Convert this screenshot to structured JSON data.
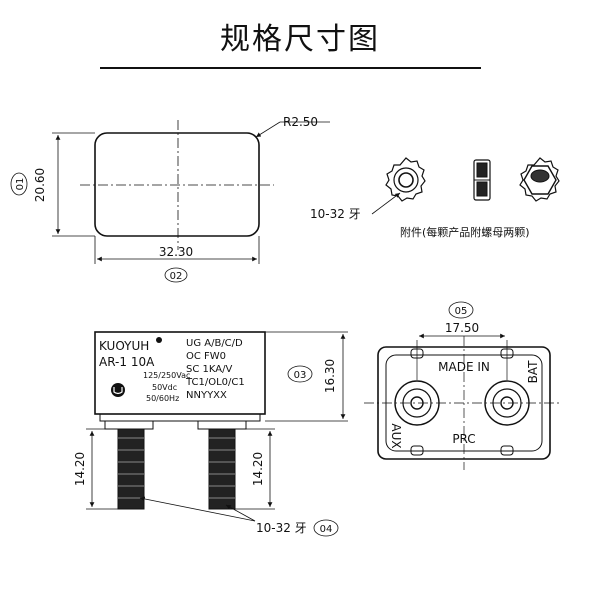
{
  "title": "规格尺寸图",
  "top_view": {
    "width_dim": "32.30",
    "height_dim": "20.60",
    "radius_dim": "R2.50",
    "callout_width": "02",
    "callout_height": "01"
  },
  "accessories": {
    "thread_label": "10-32 牙",
    "note": "附件(每颗产品附螺母两颗)"
  },
  "front_view": {
    "brand": "KUOYUH",
    "model": "AR-1  10A",
    "rating_ac": "125/250Vac",
    "rating_dc": "50Vdc",
    "rating_hz": "50/60Hz",
    "cert_lines": [
      "UG A/B/C/D",
      "OC  FW0",
      "SC  1KA/V",
      "TC1/OL0/C1",
      "NNYYXX"
    ],
    "height_dim": "16.30",
    "stud_left_dim": "14.20",
    "stud_right_dim": "14.20",
    "thread_label": "10-32 牙",
    "callout_height": "03",
    "callout_thread": "04"
  },
  "bottom_view": {
    "spacing_dim": "17.50",
    "callout": "05",
    "label_made_in": "MADE IN",
    "label_bat": "BAT",
    "label_aux": "AUX",
    "label_prc": "PRC"
  }
}
